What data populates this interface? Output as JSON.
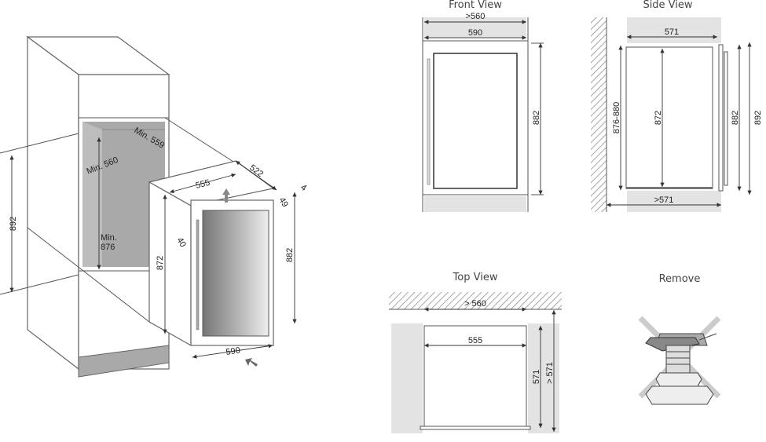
{
  "installation": {
    "dims": {
      "height_892": "892",
      "min_560": "Min. 560",
      "min_559": "Min. 559",
      "min_876_line1": "Min.",
      "min_876_line2": "876",
      "width_555": "555",
      "depth_522": "522",
      "gap_4": "4",
      "door_49": "49",
      "handle_40": "40",
      "height_872": "872",
      "height_882": "882",
      "width_590": "590"
    }
  },
  "front_view": {
    "title": "Front View",
    "niche": ">560",
    "width": "590",
    "height": "882"
  },
  "side_view": {
    "title": "Side View",
    "depth": "571",
    "niche_depth": ">571",
    "niche_height": "876-880",
    "body_height": "872",
    "door_height": "882",
    "total_height": "892"
  },
  "top_view": {
    "title": "Top View",
    "niche": "> 560",
    "width": "555",
    "depth": "571",
    "niche_depth": "> 571"
  },
  "remove": {
    "title": "Remove"
  },
  "colors": {
    "niche_gray": "#a9a9a9",
    "panel_gray": "#d9d9d9",
    "hatch": "#888888"
  }
}
